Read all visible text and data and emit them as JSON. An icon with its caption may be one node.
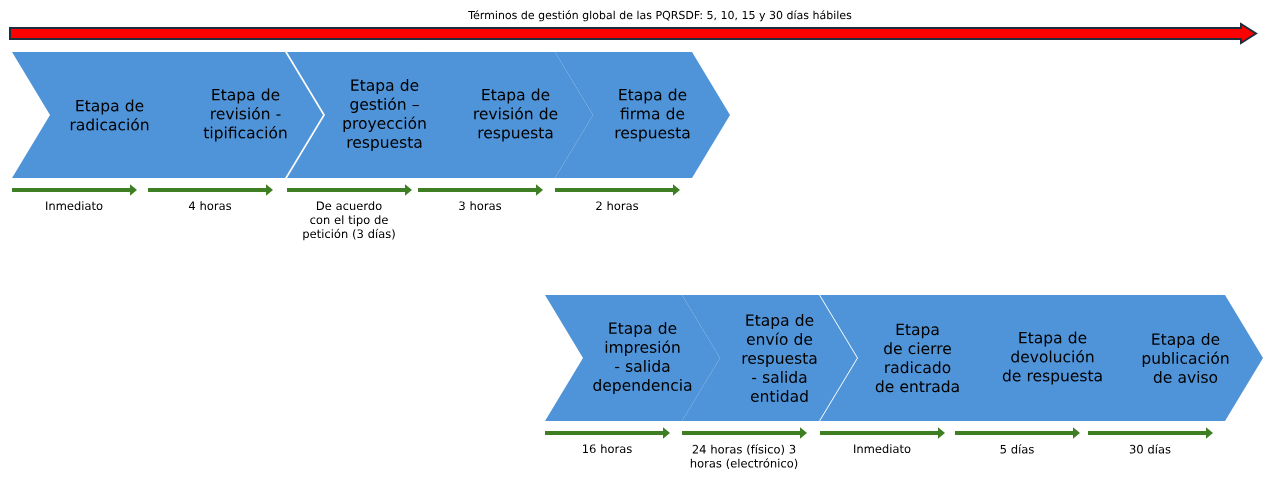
{
  "diagram": {
    "title": "Términos de gestión global de las PQRSDF: 5, 10, 15 y 30 días hábiles",
    "nodes": [
      {
        "text": [
          "Etapa de radicación"
        ],
        "beside": [
          "Inmediato"
        ]
      },
      {
        "text": [
          "Etapa de revisión - tipificación"
        ],
        "beside": [
          "4 horas"
        ]
      },
      {
        "text": [
          "Etapa de gestión – proyección respuesta"
        ],
        "beside": [
          "De acuerdo con el tipo de petición (3 días)"
        ]
      },
      {
        "text": [
          "Etapa de revisión de respuesta"
        ],
        "beside": [
          "3 horas"
        ]
      },
      {
        "text": [
          "Etapa de firma de respuesta"
        ],
        "beside": [
          "2 horas"
        ]
      },
      {
        "text": [
          "Etapa de impresión - salida dependencia"
        ],
        "beside": [
          "16 horas"
        ]
      },
      {
        "text": [
          "Etapa de envío de respuesta - salida entidad"
        ],
        "beside": [
          "24 horas (físico) 3 horas (electrónico)"
        ]
      },
      {
        "text": [
          "Etapa de cierre radicado de entrada"
        ],
        "beside": [
          "Inmediato"
        ]
      },
      {
        "text": [
          "Etapa de devolución de respuesta"
        ],
        "beside": [
          "5 días"
        ]
      },
      {
        "text": [
          "Etapa de publicación de aviso"
        ],
        "beside": [
          "30 días"
        ]
      }
    ]
  }
}
